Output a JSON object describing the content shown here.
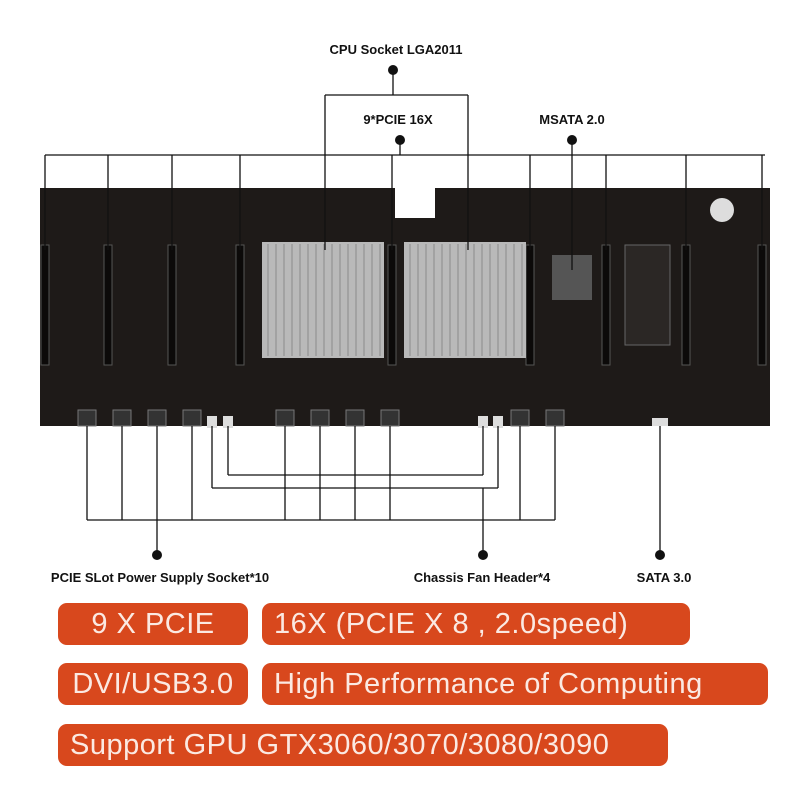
{
  "labels": {
    "cpu": "CPU Socket LGA2011",
    "pcie": "9*PCIE 16X",
    "msata": "MSATA 2.0",
    "power": "PCIE SLot Power Supply Socket*10",
    "fan": "Chassis Fan Header*4",
    "sata": "SATA 3.0"
  },
  "features": [
    "9 X PCIE",
    "16X  (PCIE X 8 , 2.0speed)",
    "DVI/USB3.0",
    "High Performance of Computing",
    "Support GPU GTX3060/3070/3080/3090"
  ],
  "colors": {
    "accent": "#d8481d",
    "board": "#1e1a18"
  }
}
